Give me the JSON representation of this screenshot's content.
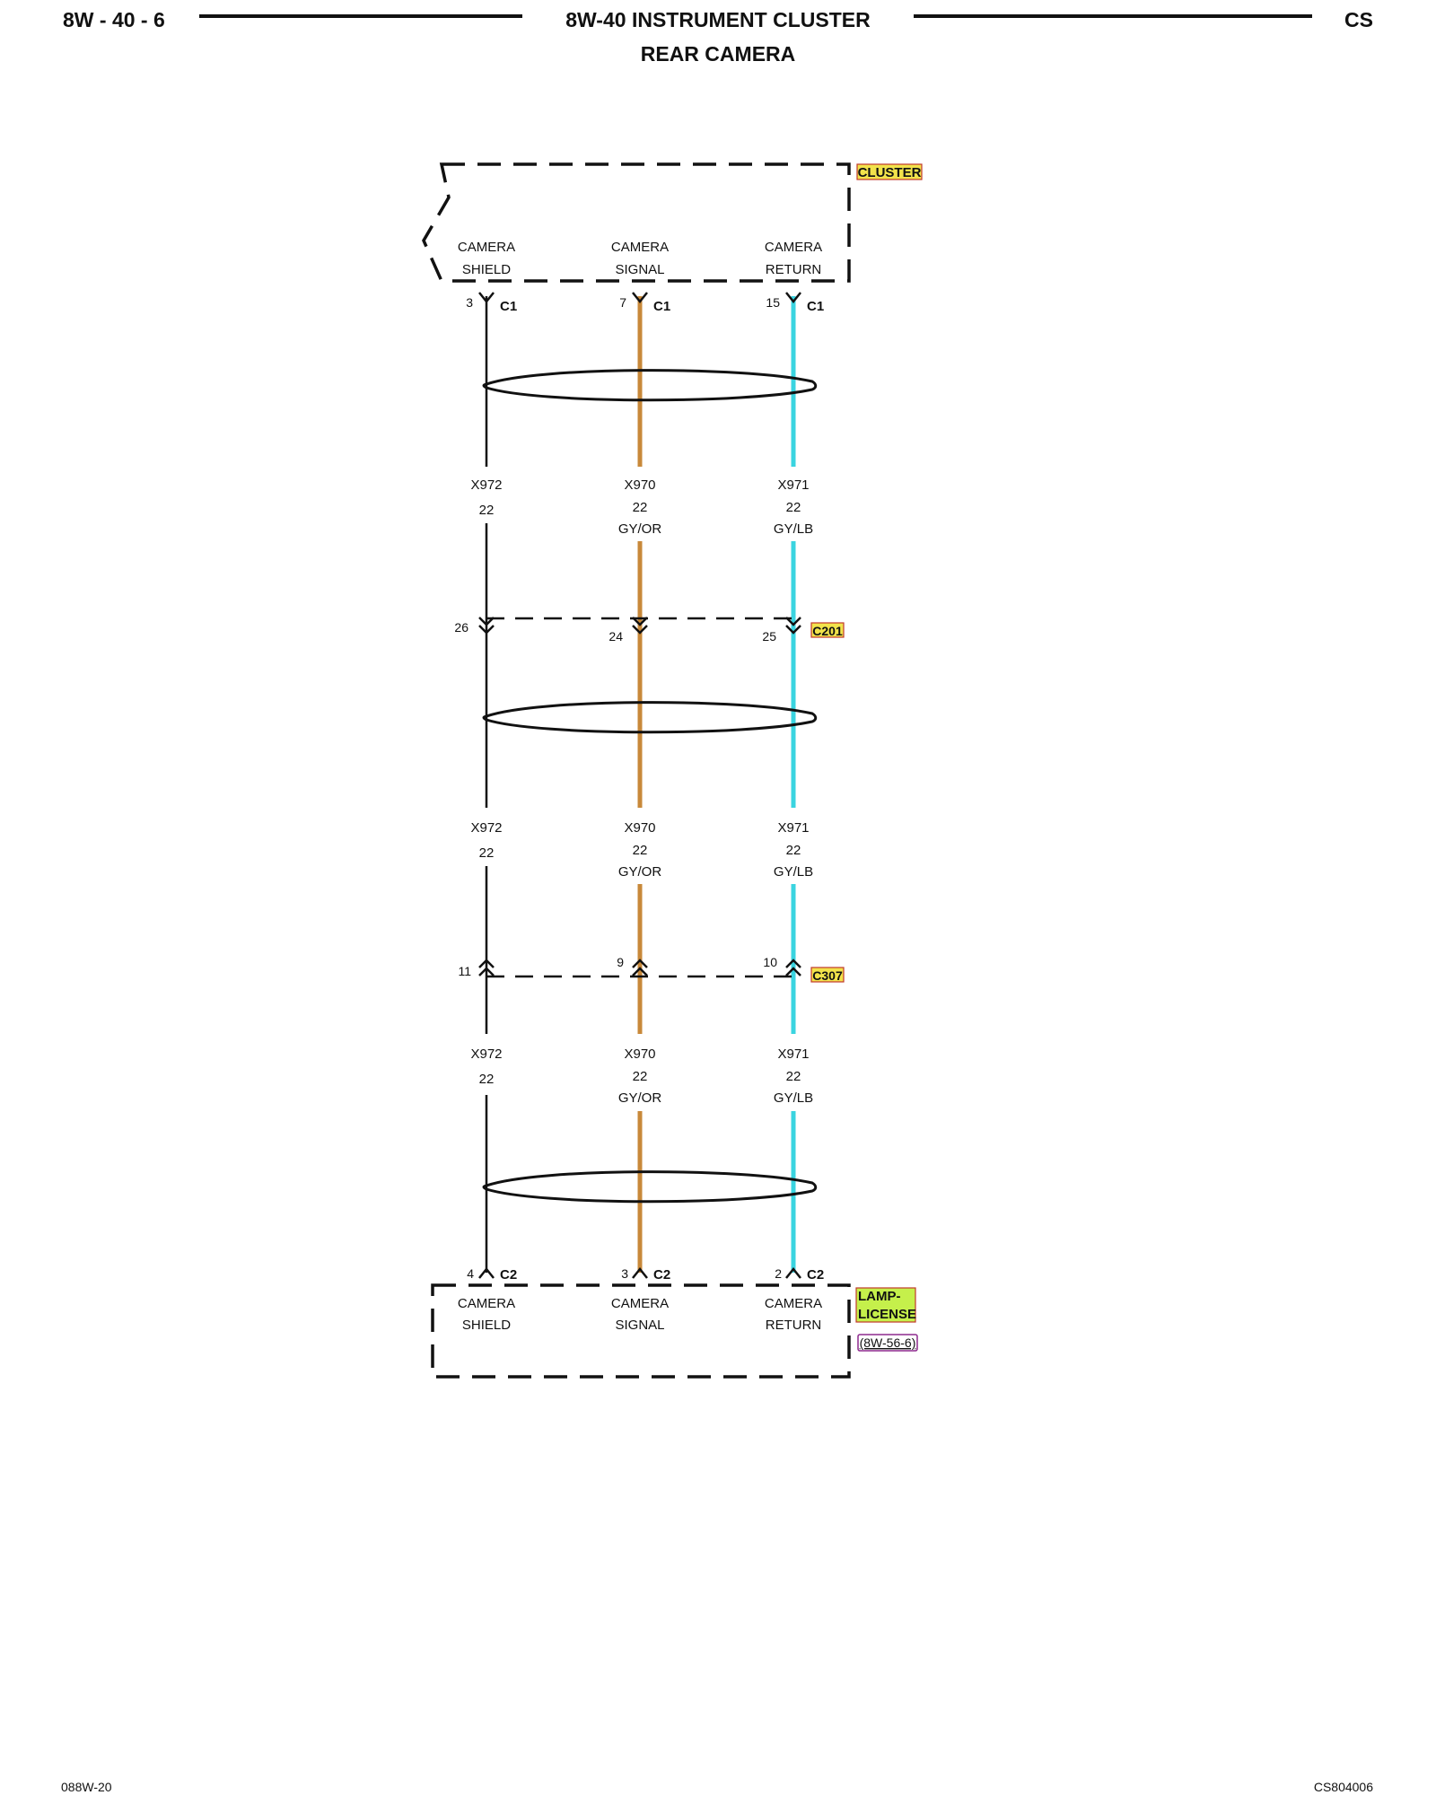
{
  "header": {
    "page_number": "8W - 40 - 6",
    "title": "8W-40 INSTRUMENT CLUSTER",
    "subtitle": "REAR CAMERA",
    "code": "CS"
  },
  "footer": {
    "left": "088W-20",
    "right": "CS804006"
  },
  "colors": {
    "shield_wire": "#111111",
    "signal_wire": "#c8893a",
    "return_wire": "#3ad4e0",
    "tag_fill": "#f2e34b",
    "tag_border": "#c0392b",
    "lamp_fill": "#c5f04b",
    "ref_border": "#8e2a8e"
  },
  "modules": {
    "cluster": {
      "name": "CLUSTER",
      "circuits": [
        {
          "line1": "CAMERA",
          "line2": "SHIELD"
        },
        {
          "line1": "CAMERA",
          "line2": "SIGNAL"
        },
        {
          "line1": "CAMERA",
          "line2": "RETURN"
        }
      ]
    },
    "lamp": {
      "name_line1": "LAMP-",
      "name_line2": "LICENSE",
      "ref": "(8W-56-6)",
      "circuits": [
        {
          "line1": "CAMERA",
          "line2": "SHIELD"
        },
        {
          "line1": "CAMERA",
          "line2": "SIGNAL"
        },
        {
          "line1": "CAMERA",
          "line2": "RETURN"
        }
      ]
    }
  },
  "connectors": {
    "c1": {
      "name": "C1",
      "pins": [
        "3",
        "7",
        "15"
      ]
    },
    "c201": {
      "name": "C201",
      "pins": [
        "26",
        "24",
        "25"
      ]
    },
    "c307": {
      "name": "C307",
      "pins": [
        "11",
        "9",
        "10"
      ]
    },
    "c2": {
      "name": "C2",
      "pins": [
        "4",
        "3",
        "2"
      ]
    }
  },
  "wires": [
    {
      "id": "X972",
      "gauge": "22",
      "color": ""
    },
    {
      "id": "X970",
      "gauge": "22",
      "color": "GY/OR"
    },
    {
      "id": "X971",
      "gauge": "22",
      "color": "GY/LB"
    }
  ]
}
